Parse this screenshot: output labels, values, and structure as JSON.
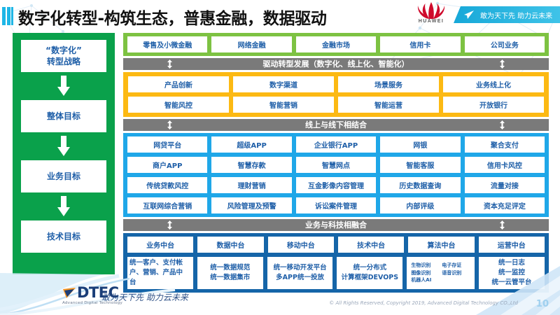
{
  "header": {
    "title": "数字化转型-构筑生态，普惠金融，数据驱动",
    "brand": "HUAWEI",
    "banner_text": "敢为天下先 助力云未来"
  },
  "strategy_column": {
    "items": [
      {
        "line1": "“数字化”",
        "line2": "转型战略"
      },
      {
        "line1": "整体目标",
        "line2": ""
      },
      {
        "line1": "业务目标",
        "line2": ""
      },
      {
        "line1": "技术目标",
        "line2": ""
      }
    ]
  },
  "business_band": {
    "cells": [
      "零售及小微金融",
      "网络金融",
      "金融市场",
      "信用卡",
      "公司业务"
    ]
  },
  "divider_1": {
    "label": "驱动转型发展（数字化、线上化、智能化）"
  },
  "capability_band": {
    "rows": [
      [
        "产品创新",
        "数字渠道",
        "场景服务",
        "业务线上化"
      ],
      [
        "智能风控",
        "智能营销",
        "智能运营",
        "开放银行"
      ]
    ]
  },
  "divider_2": {
    "label": "线上与线下相结合"
  },
  "channel_band": {
    "rows": [
      [
        "网贷平台",
        "超级APP",
        "企业银行APP",
        "网银",
        "聚合支付"
      ],
      [
        "商户APP",
        "智慧存款",
        "智慧网点",
        "智能客服",
        "信用卡风控"
      ],
      [
        "传统贷款风控",
        "理财营销",
        "互金影像内容管理",
        "历史数据查询",
        "流量对接"
      ],
      [
        "互联网综合营销",
        "风险管理及预警",
        "诉讼案件管理",
        "内部评级",
        "资本充足评定"
      ]
    ]
  },
  "divider_3": {
    "label": "业务与科技相融合"
  },
  "platform_band": {
    "headers": [
      "业务中台",
      "数据中台",
      "移动中台",
      "技术中台",
      "算法中台",
      "运营中台"
    ],
    "bodies": [
      {
        "style": "left-align",
        "lines": [
          "统一客户、支付帐",
          "户、营销、产品中",
          "台"
        ]
      },
      {
        "style": "center",
        "lines": [
          "统一数据规范",
          "统一数据集市"
        ]
      },
      {
        "style": "center",
        "lines": [
          "统一移动开发平台",
          "多APP统一投放"
        ]
      },
      {
        "style": "center",
        "lines": [
          "统一分布式",
          "计算框架DEVOPS"
        ]
      },
      {
        "style": "tiny",
        "lines": [
          "生物识别",
          "电子存证",
          "图像识别",
          "语音识别",
          "机器人AI"
        ]
      },
      {
        "style": "center",
        "lines": [
          "统一日志",
          "统一监控",
          "统一云管平台"
        ]
      }
    ]
  },
  "footer": {
    "logo_word": "DTEC",
    "logo_sub": "Advanced Digital Technology",
    "slogan": "敢为天下先   助力云未来",
    "copyright": "© All Rights Reserved, Copyright 2019, Advanced Digital Technology CO.,Ltd",
    "page_number": "10"
  },
  "colors": {
    "green": "#0aa14b",
    "band_green": "#7dc242",
    "orange": "#fcb913",
    "blue": "#1fa7e8",
    "navy": "#1565a8",
    "gray": "#7a7a7a",
    "text_blue": "#1f5fa8"
  }
}
